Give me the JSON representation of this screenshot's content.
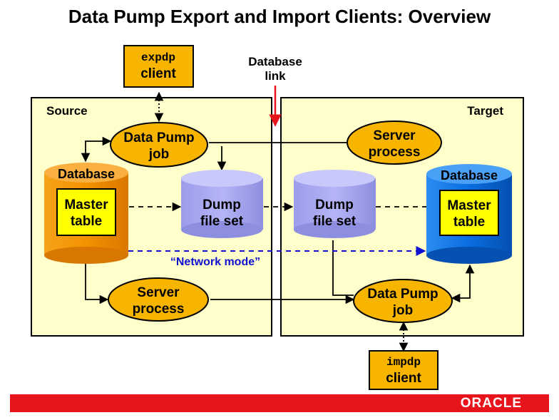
{
  "title": "Data Pump Export and Import Clients: Overview",
  "source_panel": {
    "label": "Source"
  },
  "target_panel": {
    "label": "Target"
  },
  "expdp_client": {
    "command": "expdp",
    "label": "client"
  },
  "impdp_client": {
    "command": "impdp",
    "label": "client"
  },
  "database_link": {
    "line1": "Database",
    "line2": "link"
  },
  "source": {
    "job": {
      "line1": "Data Pump",
      "line2": "job"
    },
    "database": {
      "label": "Database",
      "table_line1": "Master",
      "table_line2": "table"
    },
    "dump": {
      "line1": "Dump",
      "line2": "file set"
    },
    "server": {
      "line1": "Server",
      "line2": "process"
    }
  },
  "target": {
    "server": {
      "line1": "Server",
      "line2": "process"
    },
    "dump": {
      "line1": "Dump",
      "line2": "file set"
    },
    "database": {
      "label": "Database",
      "table_line1": "Master",
      "table_line2": "table"
    },
    "job": {
      "line1": "Data Pump",
      "line2": "job"
    }
  },
  "network_mode": "“Network mode”",
  "footer": {
    "brand": "ORACLE"
  },
  "colors": {
    "panel": "#ffffcc",
    "ellipse": "#f7b500",
    "client_box": "#f7b500",
    "source_db": "#f39200",
    "target_db": "#0a6de0",
    "dump": "#a8a8f0",
    "master_table": "#ffff00",
    "network_line": "#1010d0",
    "db_link": "#e8141c",
    "footer": "#e8141c"
  }
}
